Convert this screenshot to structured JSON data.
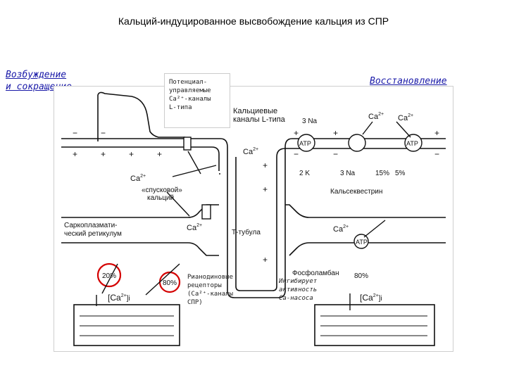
{
  "title": "Кальций-индуцированное высвобождение кальция из СПР",
  "left_label": [
    "Возбуждение",
    "и сокращение"
  ],
  "right_label": "Восстановление",
  "callout_voltage": [
    "Потенциал-",
    "управляемые",
    "Ca²⁺-каналы",
    "L-типа"
  ],
  "callout_ryanodine": [
    "Рианодиновые",
    "рецепторы",
    "(Ca²⁺-каналы",
    "СПР)"
  ],
  "callout_phospholamban": [
    "Ингибирует",
    "активность",
    "Ca-насоса"
  ],
  "labels": {
    "ca": "Ca",
    "sup2": "2+",
    "l_channels": [
      "Кальциевые",
      "каналы L-типа"
    ],
    "trigger": [
      "«спусковой»",
      "кальций"
    ],
    "sr": [
      "Саркоплазмати-",
      "ческий ретикулум"
    ],
    "ttubule": "Т-тубула",
    "calsequestrin": "Кальсеквестрин",
    "phospholamban": "Фосфоламбан",
    "atp": "ATP",
    "na3": "3 Na",
    "k2": "2 K",
    "na3b": "3 Na",
    "pct15": "15%",
    "pct5": "5%",
    "pct80r": "80%",
    "pct20": "20%",
    "pct80": "80%",
    "ca_i_left": "[Ca",
    "ca_i_sub": "]i",
    "ca_i_right": "[Ca",
    "plus": "+",
    "minus": "−",
    "sup_plus": "+"
  },
  "colors": {
    "label_blue": "#1a1aa8",
    "highlight_red": "#d40000",
    "line": "#111111"
  }
}
